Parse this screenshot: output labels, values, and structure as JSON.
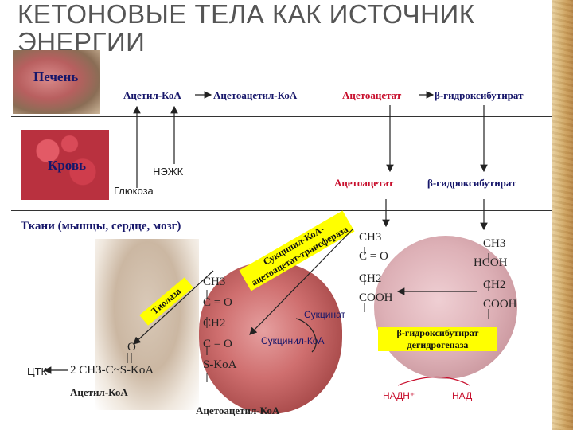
{
  "title": "КЕТОНОВЫЕ ТЕЛА КАК ИСТОЧНИК ЭНЕРГИИ",
  "sections": {
    "liver": "Печень",
    "blood": "Кровь",
    "tissues": "Ткани (мышцы, сердце, мозг)"
  },
  "liver_row": {
    "acetyl_coa": "Ацетил-КоА",
    "acetoacetyl_coa": "Ацетоацетил-КоА",
    "acetoacetate": "Ацетоацетат",
    "hydroxybutyrate": "β-гидроксибутират"
  },
  "blood_row": {
    "nezhk": "НЭЖК",
    "glucose": "Глюкоза",
    "acetoacetate": "Ацетоацетат",
    "hydroxybutyrate": "β-гидроксибутират"
  },
  "tissue": {
    "acetoacetate_formula": [
      "CH3",
      "C = O",
      "CH2",
      "COOH"
    ],
    "hydroxybutyrate_formula": [
      "CH3",
      "HCOH",
      "CH2",
      "COOH"
    ],
    "acetoacetyl_formula": [
      "CH3",
      "C = O",
      "CH2",
      "C = O",
      "S-KoA"
    ],
    "acetoacetyl_coa": "Ацетоацетил-КоА",
    "acetyl_formula_o": "O",
    "acetyl_formula": "2 CH3-C~S-KoA",
    "acetyl_coa": "Ацетил-КоА",
    "tca": "ЦТК",
    "thiolase": "Тиолаза",
    "transferase": "Сукцинил-КоА-ацетоацетат-трансфераза",
    "succinate": "Сукцинат",
    "succinyl_coa": "Сукцинил-КоА",
    "dehydrogenase": "β-гидроксибутират дегидрогеназа",
    "nadh": "НАДН⁺",
    "nad": "НАД"
  }
}
